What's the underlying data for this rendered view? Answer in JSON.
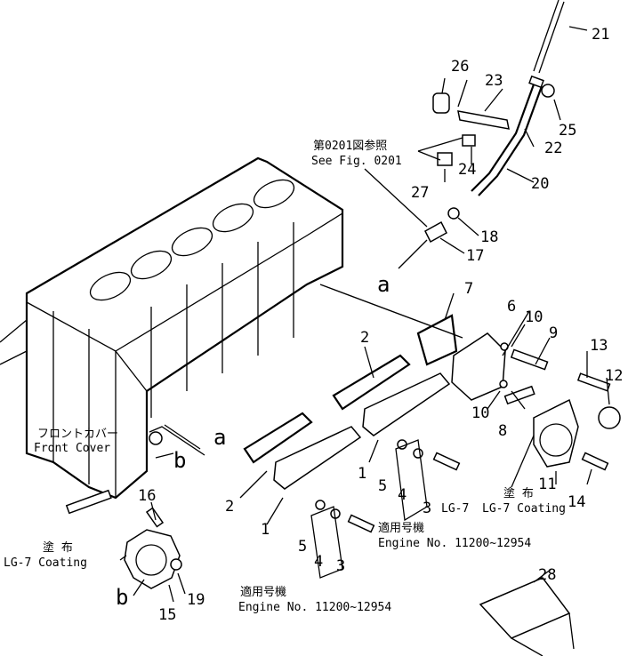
{
  "parts": [
    "1",
    "1",
    "2",
    "2",
    "3",
    "3",
    "4",
    "4",
    "5",
    "5",
    "6",
    "7",
    "8",
    "9",
    "10",
    "10",
    "11",
    "12",
    "13",
    "14",
    "15",
    "16",
    "17",
    "18",
    "19",
    "20",
    "21",
    "22",
    "23",
    "24",
    "25",
    "26",
    "27",
    "28"
  ],
  "letters": {
    "a1": "a",
    "a2": "a",
    "b1": "b",
    "b2": "b"
  },
  "notes": {
    "see_fig_jp": "第0201図参照",
    "see_fig_en": "See  Fig. 0201",
    "front_cover_jp": "フロントカバー",
    "front_cover_en": "Front  Cover",
    "coating_jp": "塗 布",
    "coating_en_right": "LG-7  Coating",
    "coating_en_left": "LG-7  Coating",
    "engine_jp": "適用号機",
    "engine_no_1": "Engine  No. 11200~12954",
    "engine_no_2": "Engine  No. 11200~12954",
    "lg7": "LG-7"
  }
}
